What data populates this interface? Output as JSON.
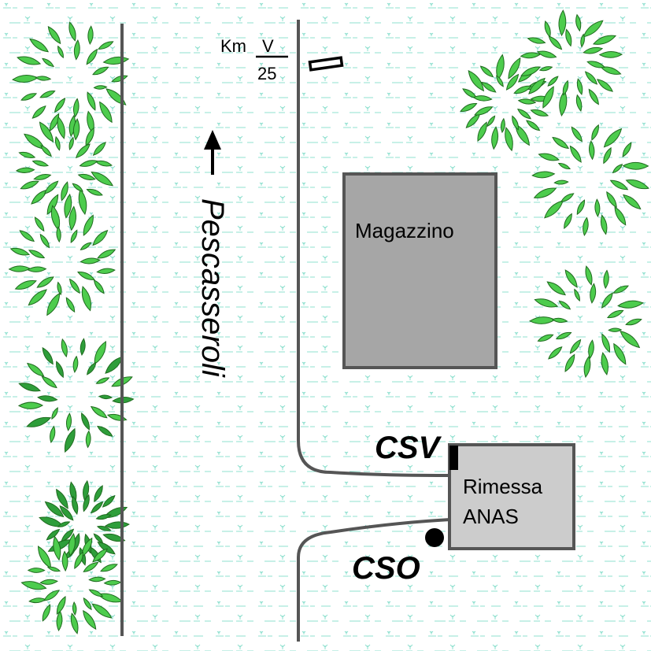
{
  "map": {
    "road_name": "Pescasseroli",
    "km_marker": {
      "prefix": "Km",
      "numerator": "V",
      "denominator": "25"
    },
    "buildings": [
      {
        "id": "magazzino",
        "label": "Magazzino"
      },
      {
        "id": "rimessa",
        "label_line1": "Rimessa",
        "label_line2": "ANAS"
      }
    ],
    "markers": [
      {
        "id": "csv",
        "label": "CSV",
        "symbol": "black-rectangle"
      },
      {
        "id": "cso",
        "label": "CSO",
        "symbol": "black-dot"
      }
    ],
    "colors": {
      "grass": "#8fe0cf",
      "tree_fill": "#4dcc4d",
      "tree_fill_dark": "#2e9e3a",
      "tree_stroke": "#1f6b1f",
      "magazzino_fill": "#a6a6a6",
      "rimessa_fill": "#cccccc",
      "road_line": "#555555"
    }
  }
}
